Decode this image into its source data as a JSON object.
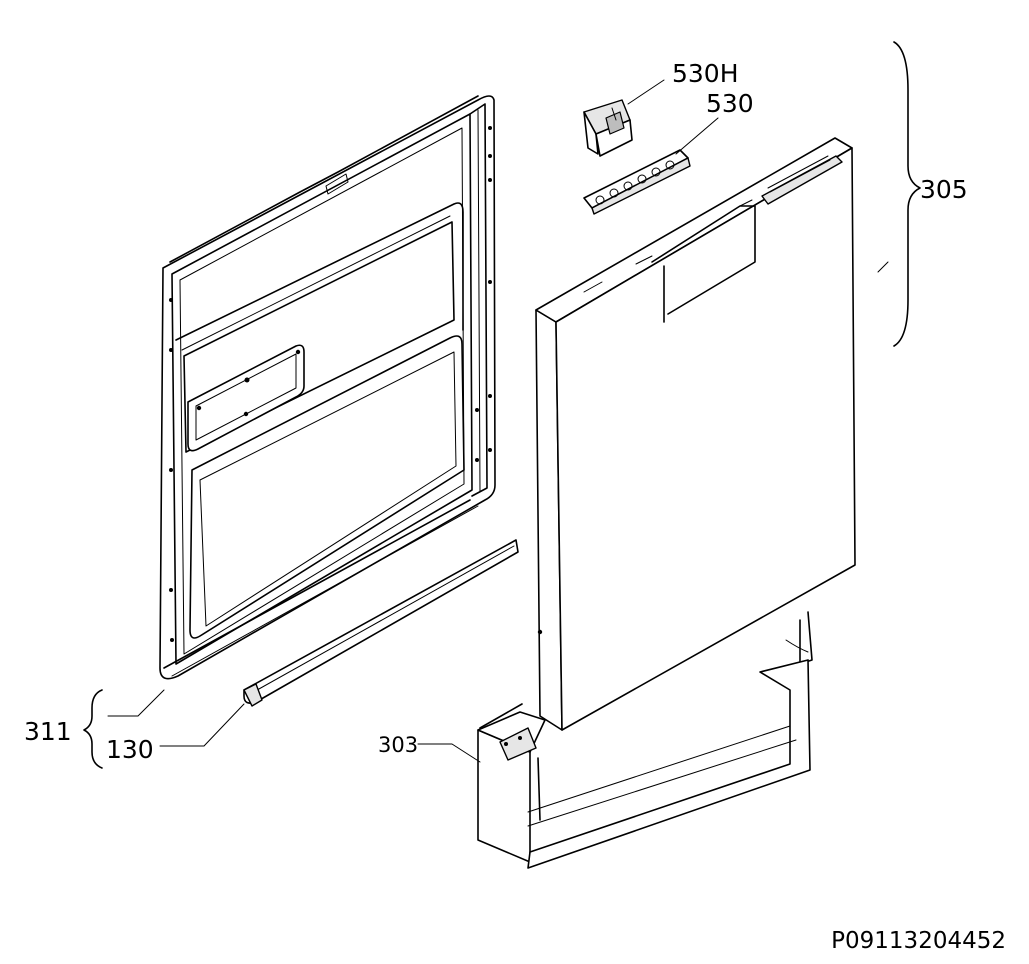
{
  "diagram": {
    "labels": {
      "part_530H": "530H",
      "part_530": "530",
      "part_305": "305",
      "part_311": "311",
      "part_130": "130",
      "part_303": "303"
    },
    "drawing_number": "P09113204452"
  }
}
